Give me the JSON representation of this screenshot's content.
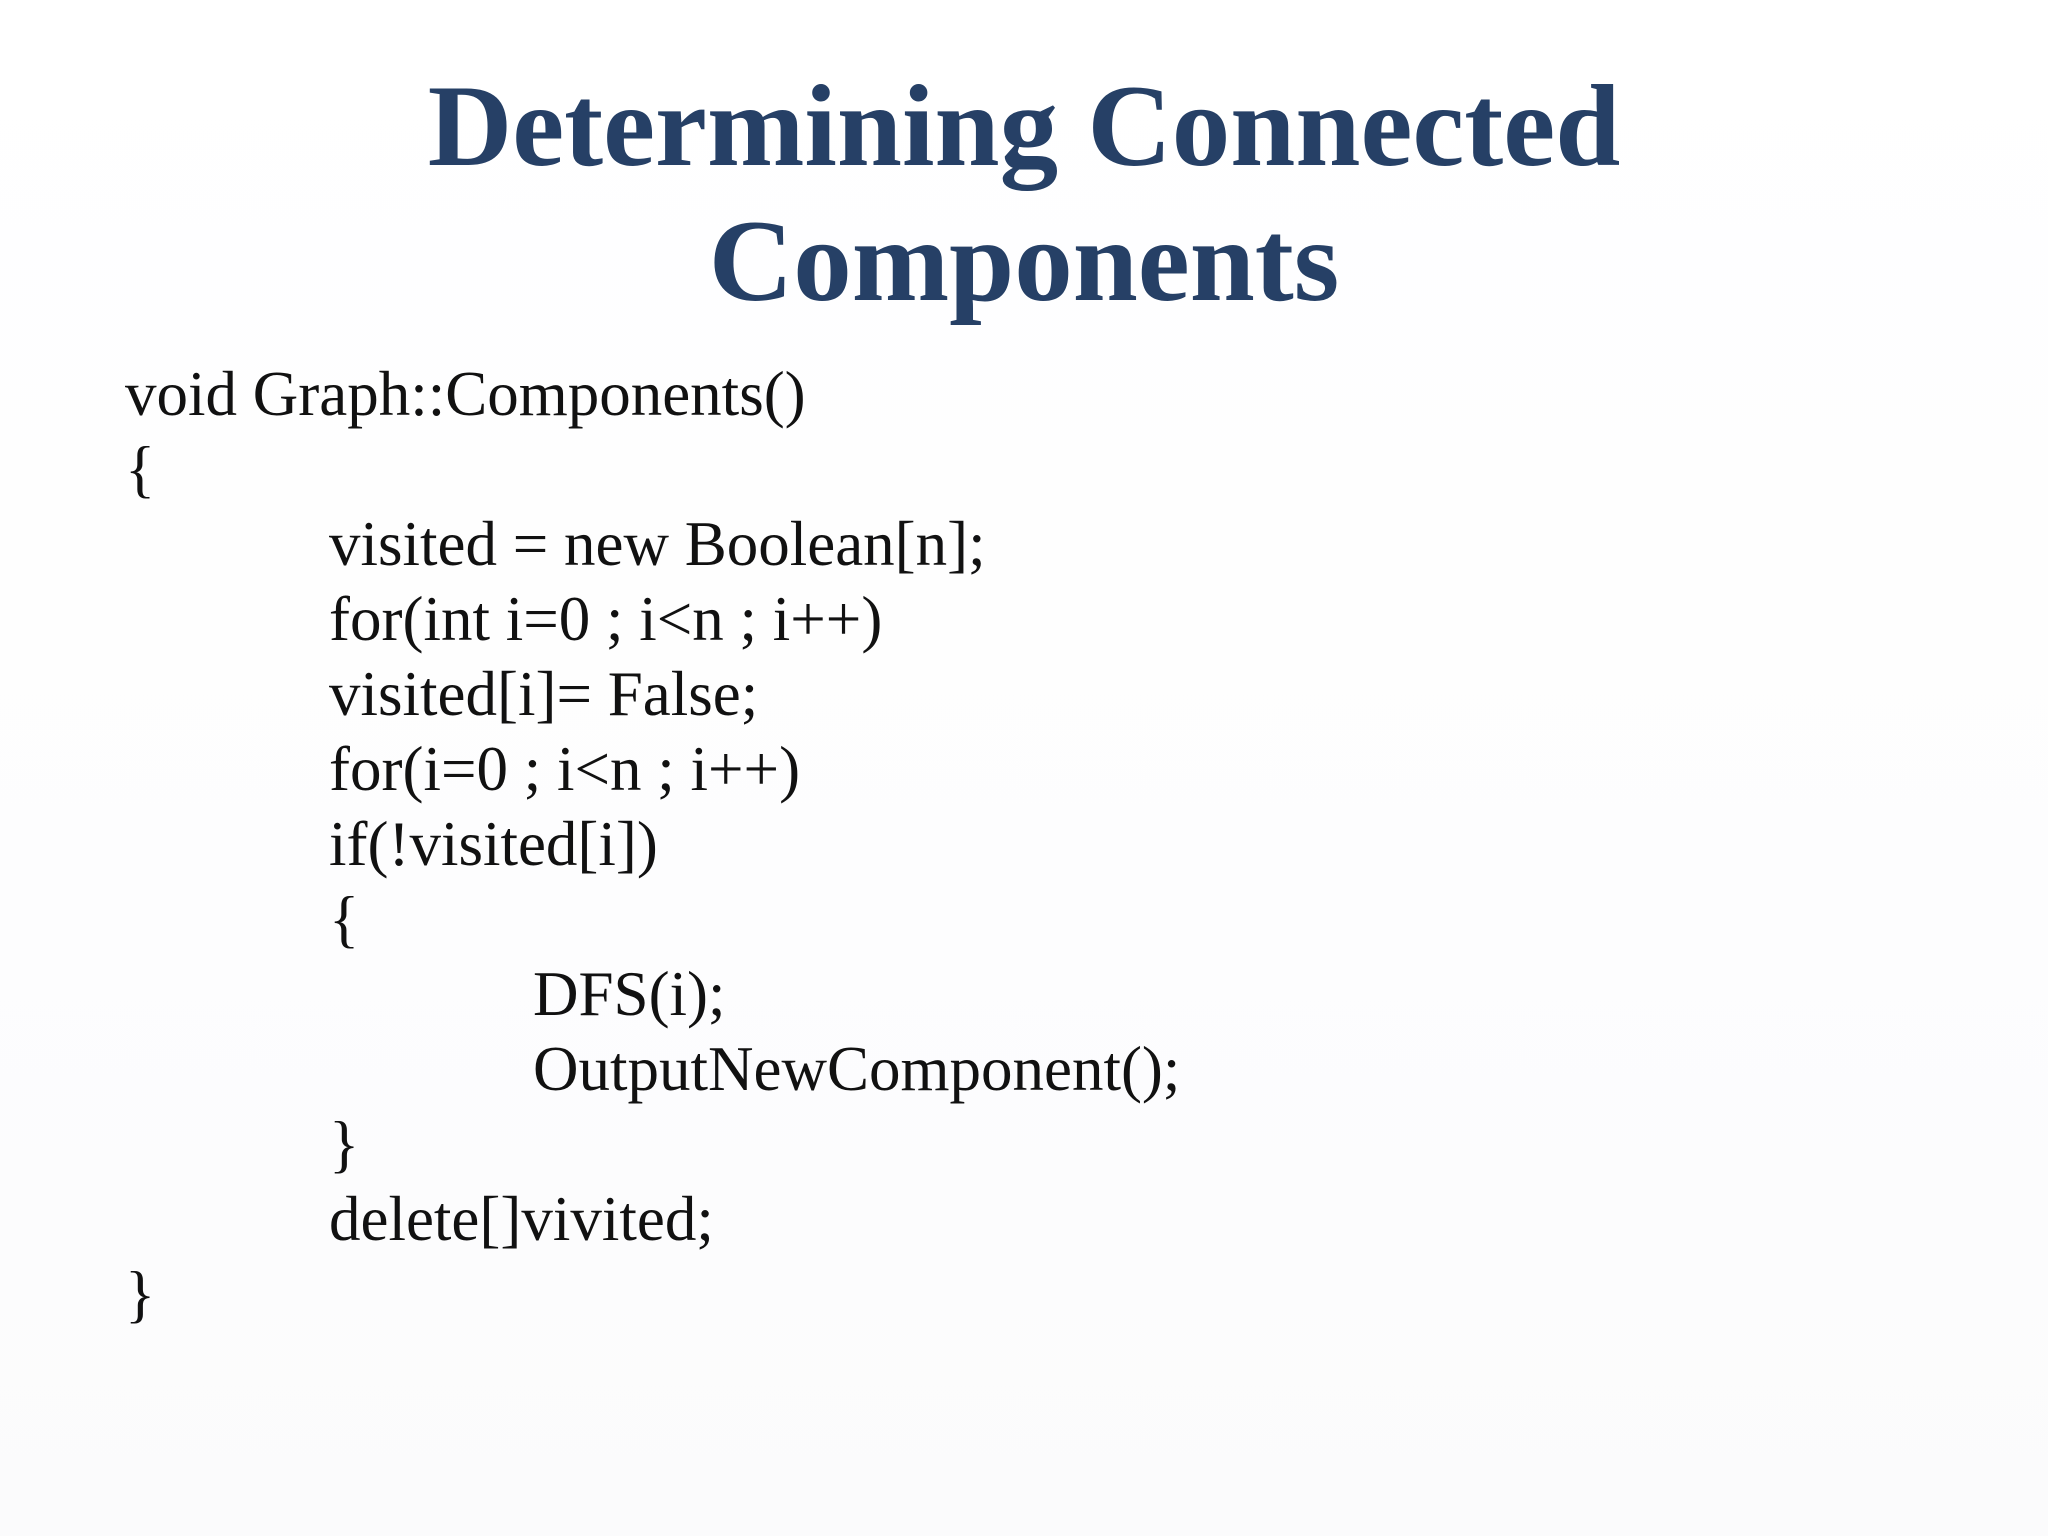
{
  "slide": {
    "title_lines": [
      "Determining Connected",
      "Components"
    ],
    "code_lines": [
      "void Graph::Components()",
      "{",
      "visited = new Boolean[n];",
      "for(int i=0 ; i<n ; i++)",
      "visited[i]= False;",
      "for(i=0 ; i<n ; i++)",
      "if(!visited[i])",
      "{",
      "DFS(i);",
      "OutputNewComponent();",
      "}",
      "delete[]vivited;",
      "}"
    ]
  },
  "colors": {
    "title": "#264066",
    "text": "#111111",
    "background": "#fdfdfe"
  }
}
